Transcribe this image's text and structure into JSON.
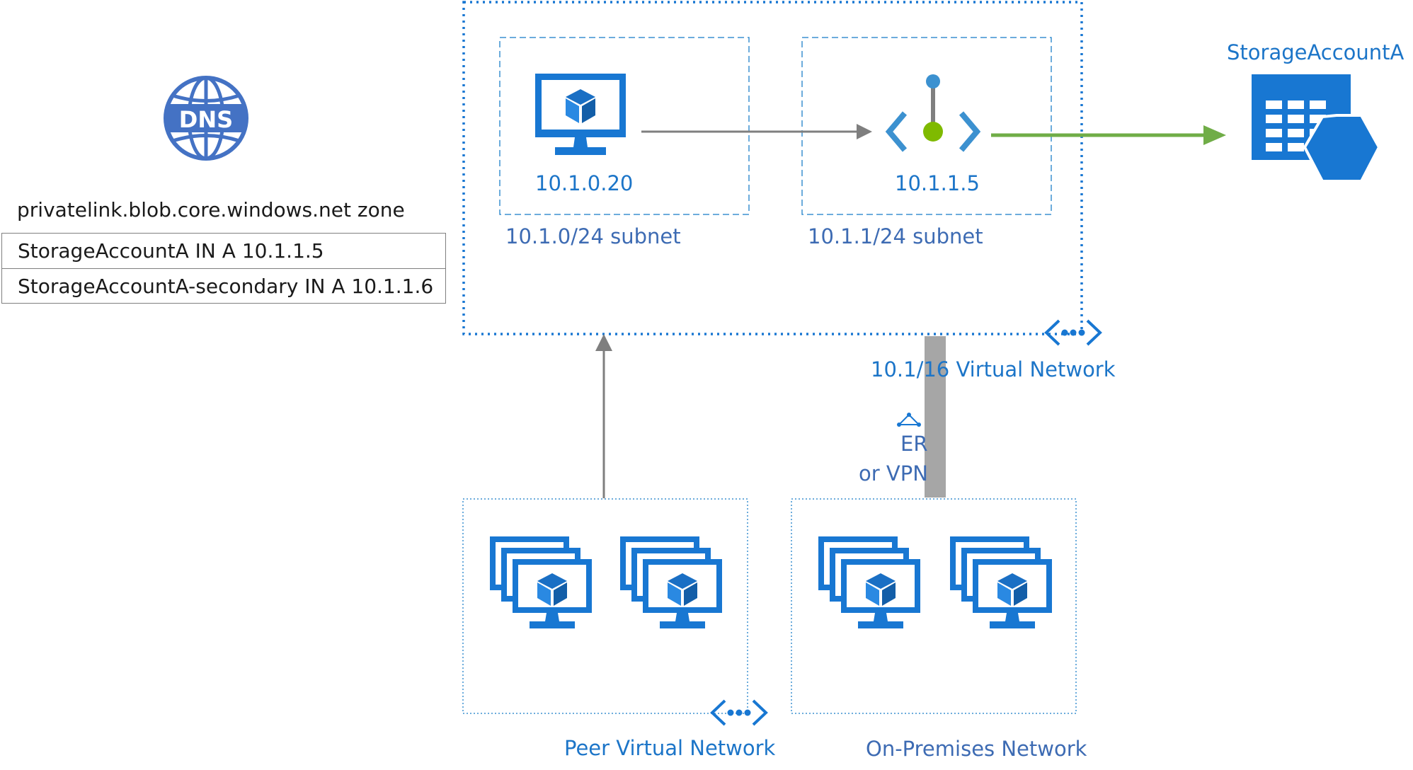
{
  "dns": {
    "icon_text": "DNS",
    "zone_title": "privatelink.blob.core.windows.net zone",
    "records": [
      "StorageAccountA IN A 10.1.1.5",
      "StorageAccountA-secondary IN A 10.1.1.6"
    ]
  },
  "vnet": {
    "label": "10.1/16 Virtual Network",
    "subnets": [
      {
        "label": "10.1.0/24 subnet",
        "ip": "10.1.0.20"
      },
      {
        "label": "10.1.1/24 subnet",
        "ip": "10.1.1.5"
      }
    ]
  },
  "storage": {
    "label": "StorageAccountA"
  },
  "connection": {
    "line1": "ER",
    "line2": "or VPN"
  },
  "peer": {
    "label": "Peer Virtual Network"
  },
  "onprem": {
    "label": "On-Premises Network"
  },
  "colors": {
    "azure_blue": "#1877d2",
    "label_blue": "#1c75c8",
    "label_slate": "#3d6bb3",
    "arrow_gray": "#7f7f7f",
    "arrow_green": "#70ad47",
    "pe_green": "#7fba00",
    "pe_pin_blue": "#3c91d0"
  }
}
